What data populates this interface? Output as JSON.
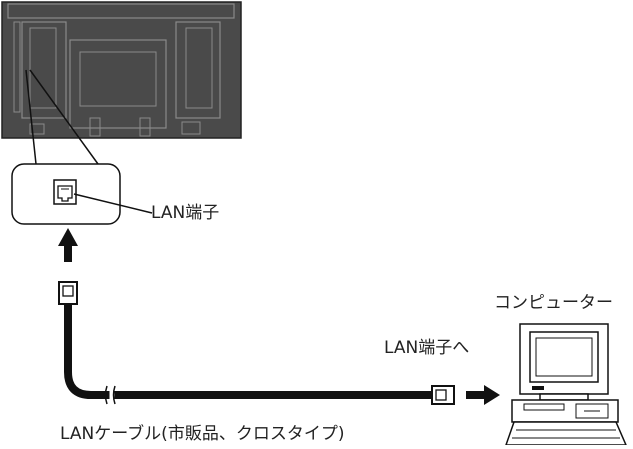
{
  "labels": {
    "lan_port": "LAN端子",
    "computer": "コンピューター",
    "to_lan_port": "LAN端子へ",
    "lan_cable": "LANケーブル(市販品、クロスタイプ)"
  },
  "colors": {
    "panel": "#4a4a4a",
    "panel_detail": "#888888",
    "line": "#111111",
    "cable": "#111111",
    "text": "#222222"
  },
  "icons": {
    "display": "monitor-rear-panel",
    "port": "rj45-port-icon",
    "connector": "rj45-plug-icon",
    "computer": "desktop-computer-icon"
  }
}
